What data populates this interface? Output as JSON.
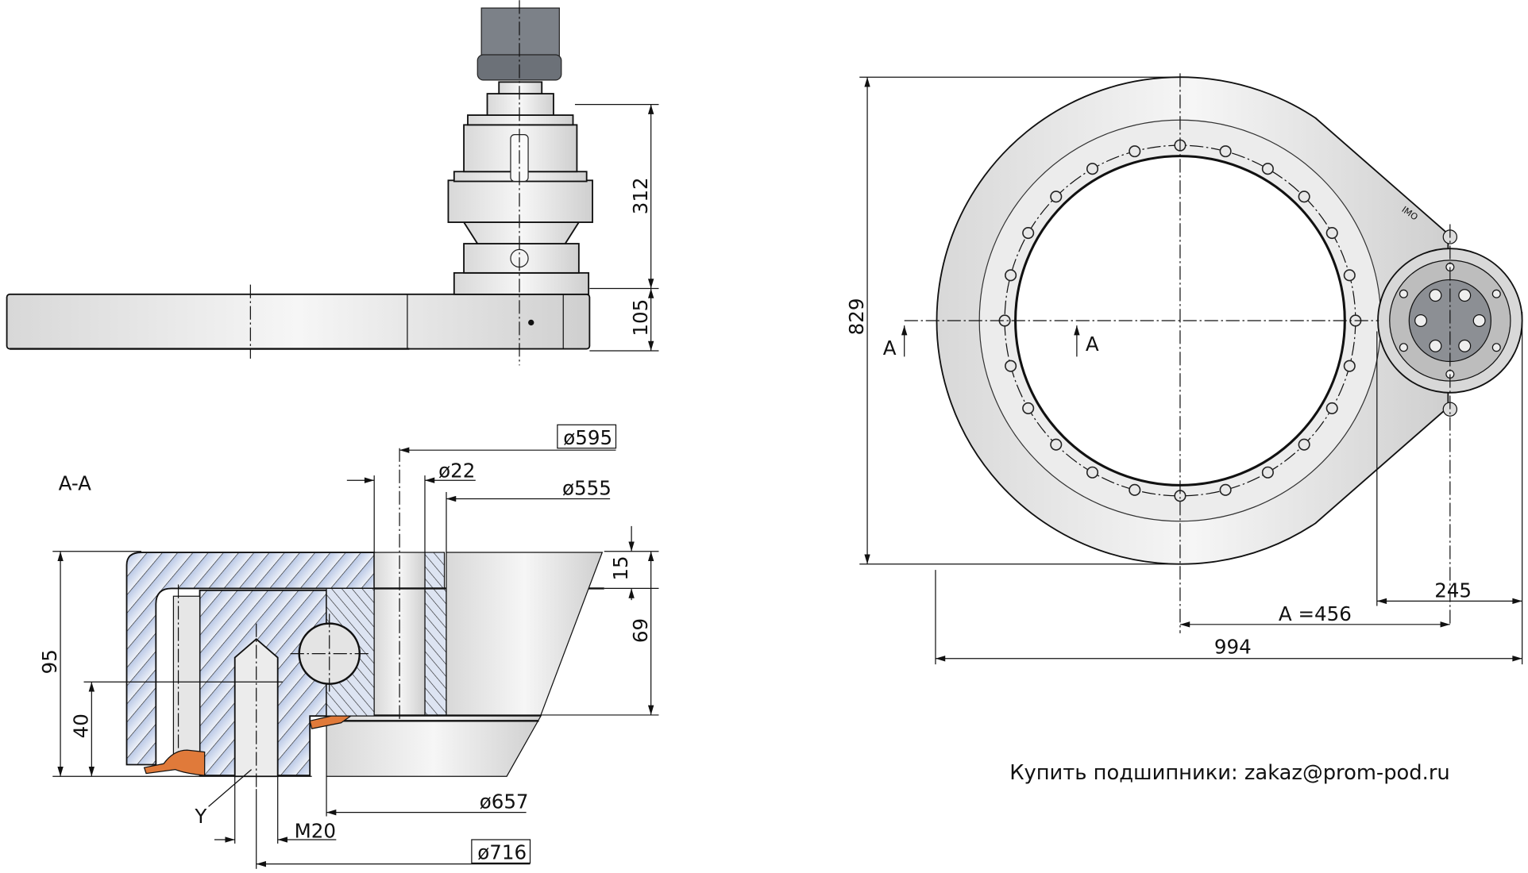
{
  "top_view": {
    "dim_motor_height": "312",
    "dim_plate_height": "105"
  },
  "section": {
    "title": "A-A",
    "dim_d595": "ø595",
    "dim_d22": "ø22",
    "dim_d555": "ø555",
    "dim_15": "15",
    "dim_69": "69",
    "dim_95": "95",
    "dim_40": "40",
    "label_y": "Y",
    "dim_m20": "M20",
    "dim_d657": "ø657",
    "dim_d716": "ø716"
  },
  "plan_view": {
    "dim_829": "829",
    "section_mark_left": "A",
    "section_mark_right": "A",
    "dim_245": "245",
    "dim_a": "A =456",
    "dim_994": "994",
    "logo": "IMO"
  },
  "footer": {
    "contact": "Купить подшипники: zakaz@prom-pod.ru"
  },
  "colors": {
    "hatch_blue": "#c3d0e8",
    "grey": "#e4e4e4",
    "seal": "#e07a3a"
  }
}
